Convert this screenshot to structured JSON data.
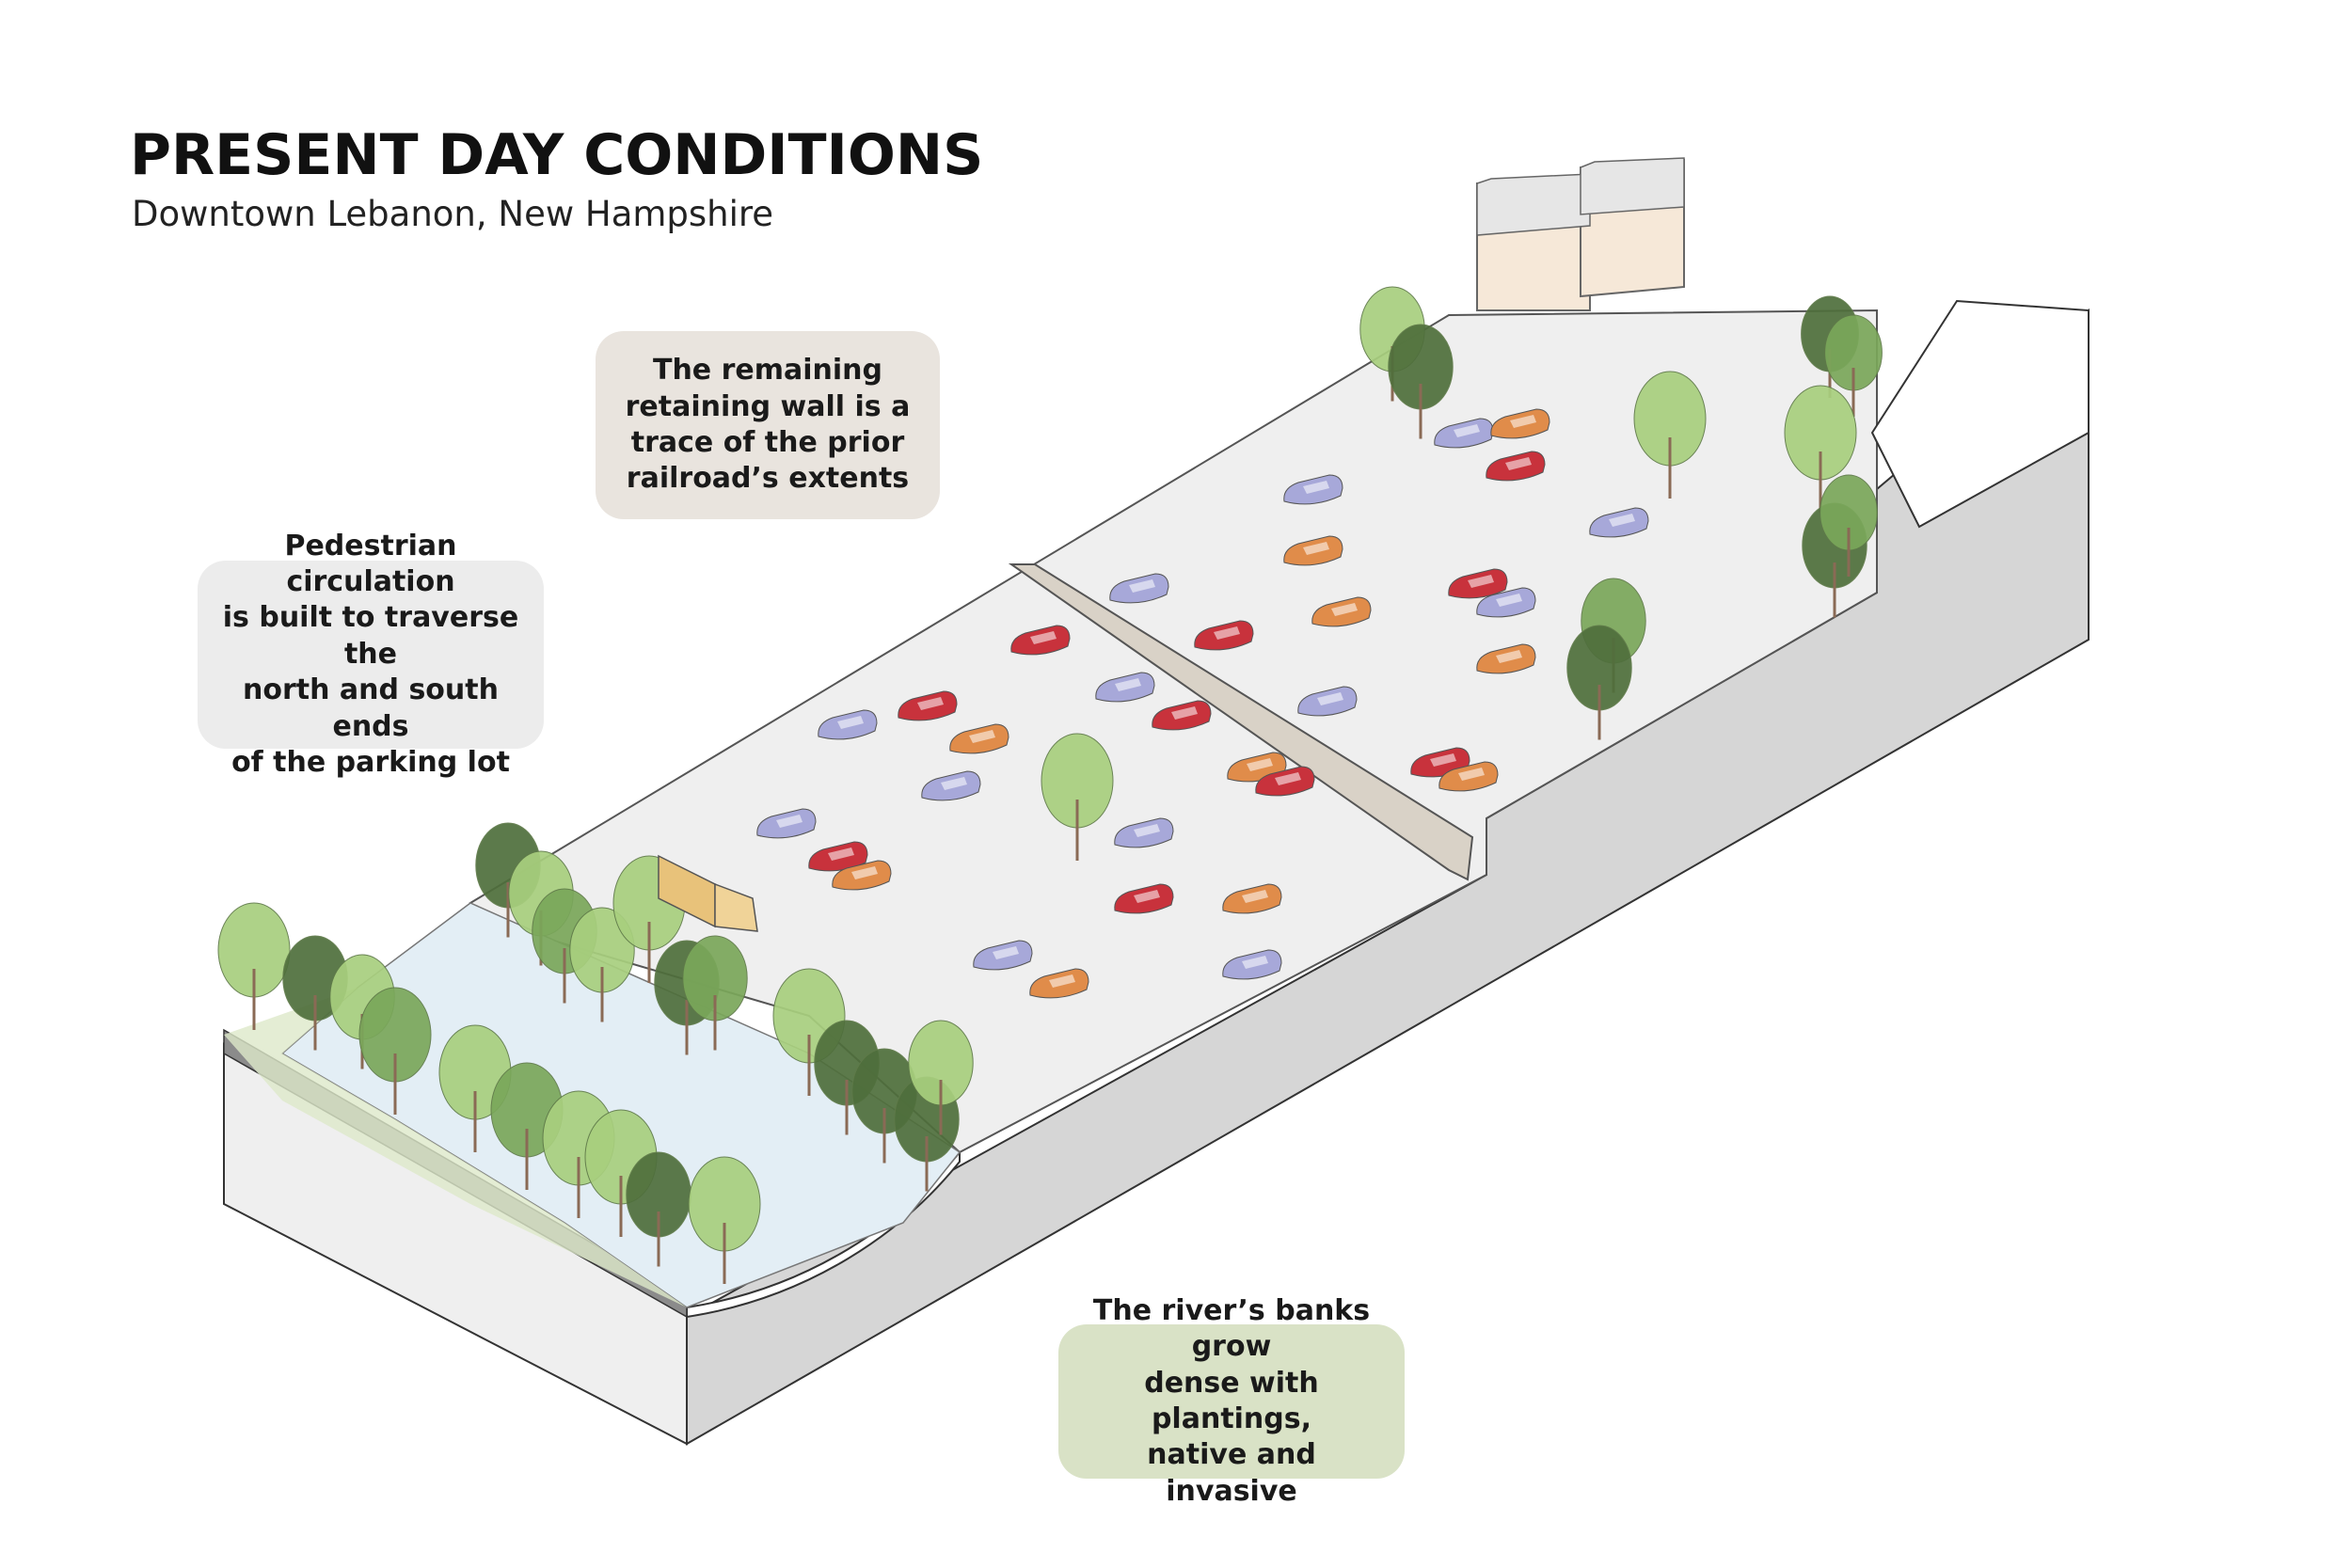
{
  "header": {
    "title": "PRESENT DAY CONDITIONS",
    "subtitle": "Downtown Lebanon, New Hampshire"
  },
  "callouts": {
    "retaining_wall": "The remaining\nretaining wall is a\ntrace of the prior\nrailroad’s extents",
    "pedestrian": "Pedestrian circulation\nis built to traverse the\nnorth and south ends\nof the parking lot",
    "river_banks": "The river’s banks grow\ndense with plantings,\nnative and invasive"
  },
  "colors": {
    "callout_retaining_wall": "#e9e4de",
    "callout_pedestrian": "#ececec",
    "callout_river_banks": "#d9e2c6",
    "ground_side": "#d6d6d6",
    "ground_front": "#efefef",
    "parking_surface": "#efefef",
    "river": "#e3eef5",
    "car_red": "#c8323c",
    "car_orange": "#e08c4a",
    "car_lavender": "#a7a8d9",
    "tree_light": "#a8cf7e",
    "tree_mid": "#7aa75a",
    "tree_dark": "#4f6f3c",
    "truck": "#e8c27a",
    "building": "#f6e8d8"
  },
  "icons": [
    "tree-icon",
    "car-icon",
    "truck-icon",
    "building-icon"
  ]
}
